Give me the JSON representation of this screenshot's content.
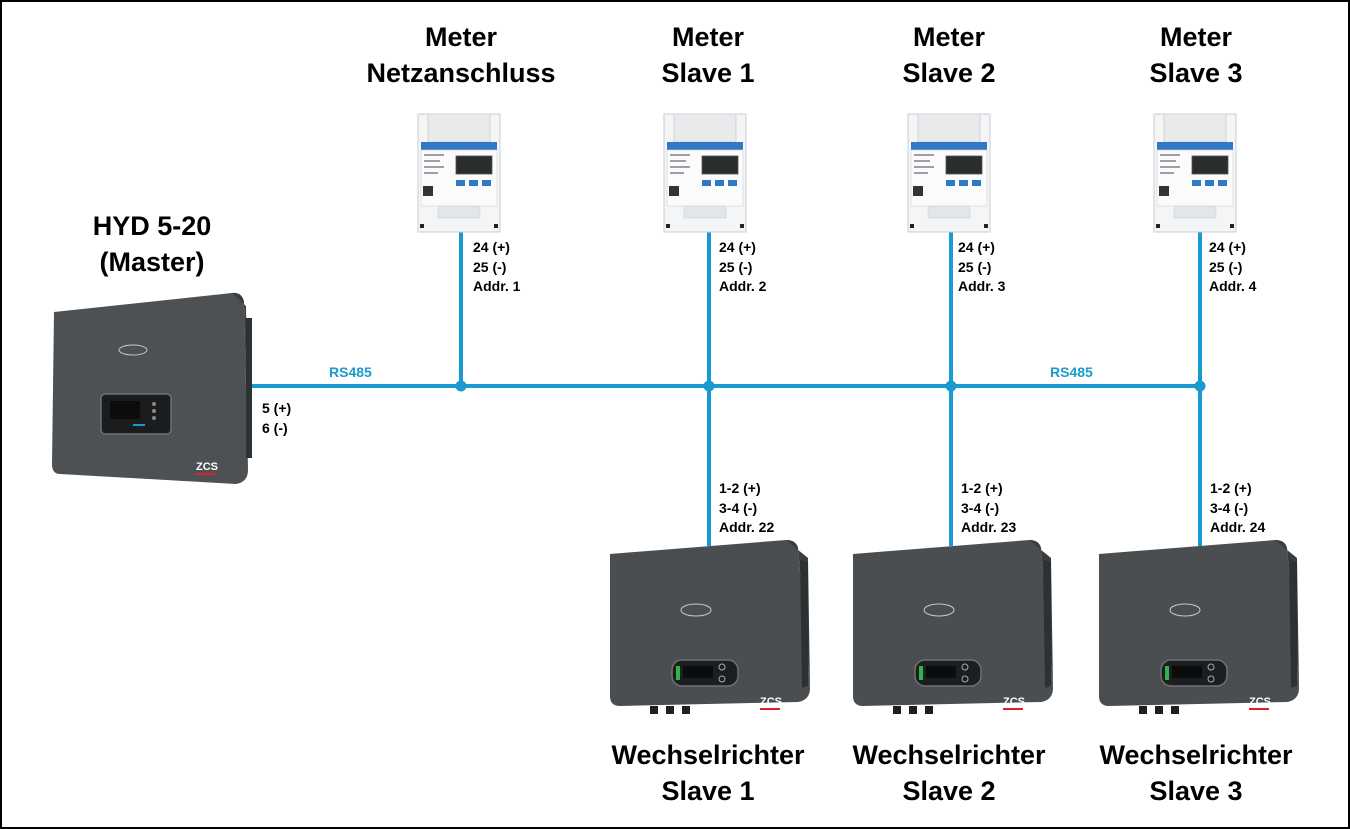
{
  "colors": {
    "bus": "#1a9ad1",
    "device_body": "#4d5154",
    "meter_body": "#eef0f2",
    "zcs_red": "#d8232a"
  },
  "master": {
    "title_line1": "HYD 5-20",
    "title_line2": "(Master)",
    "term_line1": "5 (+)",
    "term_line2": "6 (-)",
    "brand": "ZCS"
  },
  "bus": {
    "label_left": "RS485",
    "label_right": "RS485"
  },
  "meters": [
    {
      "title_line1": "Meter",
      "title_line2": "Netzanschluss",
      "term_line1": "24 (+)",
      "term_line2": "25 (-)",
      "addr": "Addr. 1"
    },
    {
      "title_line1": "Meter",
      "title_line2": "Slave 1",
      "term_line1": "24 (+)",
      "term_line2": "25 (-)",
      "addr": "Addr. 2"
    },
    {
      "title_line1": "Meter",
      "title_line2": "Slave 2",
      "term_line1": "24 (+)",
      "term_line2": "25 (-)",
      "addr": "Addr. 3"
    },
    {
      "title_line1": "Meter",
      "title_line2": "Slave 3",
      "term_line1": "24 (+)",
      "term_line2": "25 (-)",
      "addr": "Addr. 4"
    }
  ],
  "inverters": [
    {
      "title_line1": "Wechselrichter",
      "title_line2": "Slave 1",
      "term_line1": "1-2 (+)",
      "term_line2": "3-4 (-)",
      "addr": "Addr. 22",
      "brand": "ZCS"
    },
    {
      "title_line1": "Wechselrichter",
      "title_line2": "Slave 2",
      "term_line1": "1-2 (+)",
      "term_line2": "3-4 (-)",
      "addr": "Addr. 23",
      "brand": "ZCS"
    },
    {
      "title_line1": "Wechselrichter",
      "title_line2": "Slave 3",
      "term_line1": "1-2 (+)",
      "term_line2": "3-4 (-)",
      "addr": "Addr. 24",
      "brand": "ZCS"
    }
  ]
}
